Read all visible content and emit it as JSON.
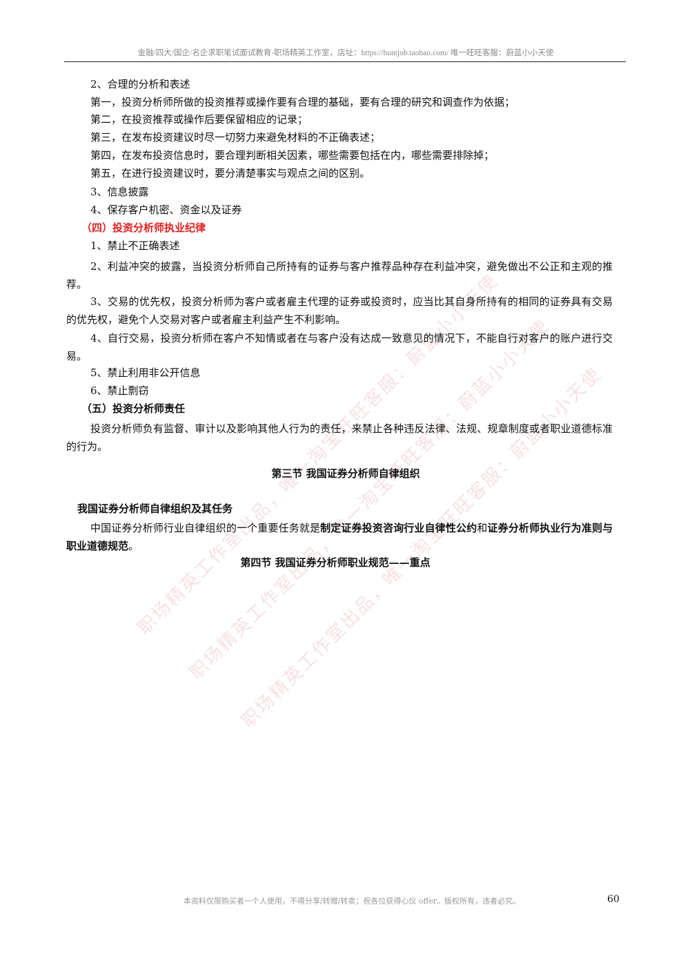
{
  "header": {
    "text": "金融/四大/国企/名企求职笔试面试教育-职场精英工作室，店址：https://huntjob.taobao.com/  唯一旺旺客服：蔚蓝小小天使"
  },
  "body": {
    "l1": "2、合理的分析和表述",
    "l2": "第一，投资分析师所做的投资推荐或操作要有合理的基础，要有合理的研究和调查作为依据；",
    "l3": "第二，在投资推荐或操作后要保留相应的记录；",
    "l4": "第三，在发布投资建议时尽一切努力来避免材料的不正确表述；",
    "l5": "第四，在发布投资信息时，要合理判断相关因素，哪些需要包括在内，哪些需要排除掉；",
    "l6": "第五，在进行投资建议时，要分清楚事实与观点之间的区别。",
    "l7": "3、信息披露",
    "l8": "4、保存客户机密、资金以及证券",
    "h4": "（四）投资分析师执业纪律",
    "d1": "1、禁止不正确表述",
    "d2": "2、利益冲突的披露，当投资分析师自己所持有的证券与客户推荐品种存在利益冲突，避免做出不公正和主观的推荐。",
    "d3": "3、交易的优先权，投资分析师为客户或者雇主代理的证券或投资时，应当比其自身所持有的相同的证券具有交易的优先权，避免个人交易对客户或者雇主利益产生不利影响。",
    "d4": "4、自行交易，投资分析师在客户不知情或者在与客户没有达成一致意见的情况下，不能自行对客户的账户进行交易。",
    "d5": "5、禁止利用非公开信息",
    "d6": "6、禁止剽窃",
    "h5": "（五）投资分析师责任",
    "r1": "投资分析师负有监督、审计以及影响其他人行为的责任，来禁止各种违反法律、法规、规章制度或者职业道德标准的行为。",
    "sec3": "第三节    我国证券分析师自律组织",
    "sub3": "我国证券分析师自律组织及其任务",
    "p3a": "中国证券分析师行业自律组织的一个重要任务就是",
    "p3b": "制定证券投资咨询行业自律性公约",
    "p3c": "和",
    "p3d": "证券分析师执业行为准则与职业道德规范",
    "p3e": "。",
    "sec4": "第四节    我国证券分析师职业规范——重点"
  },
  "watermark": {
    "w1": "职场精英工作室出品，唯一淘宝旺旺客服：蔚蓝小小天使",
    "w2": "职场精英工作室出品，唯一淘宝旺旺客服：蔚蓝小小天使",
    "w3": "职场精英工作室出品，唯一淘宝旺旺客服：蔚蓝小小天使"
  },
  "footer": {
    "text": "本资料仅限购买者一个人使用，不得分享/转赠/转卖；祝各位获得心仪 offer。版权所有，违者必究。",
    "page": "60"
  }
}
